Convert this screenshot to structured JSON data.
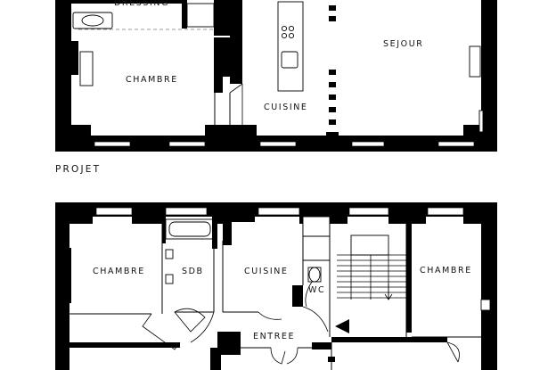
{
  "existing_plan": {
    "rooms": {
      "dressing": "DRESSING",
      "chambre": "CHAMBRE",
      "cuisine": "CUISINE",
      "sejour": "SEJOUR"
    }
  },
  "section_title": "PROJET",
  "project_plan": {
    "rooms": {
      "chambre_left": "CHAMBRE",
      "sdb": "SDB",
      "cuisine": "CUISINE",
      "wc": "WC",
      "chambre_right": "CHAMBRE",
      "entree": "ENTREE"
    }
  },
  "colors": {
    "wall": "#000000",
    "background": "#ffffff",
    "dashed_line": "#999999"
  }
}
